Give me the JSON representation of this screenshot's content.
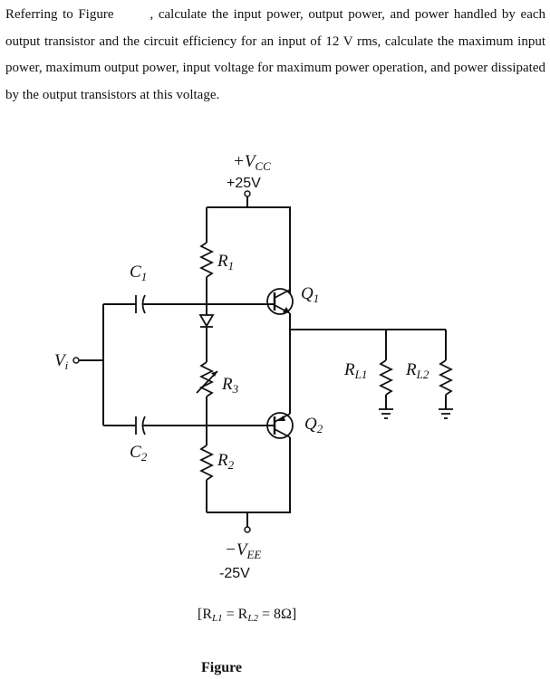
{
  "problem": {
    "part1": "Referring to Figure",
    "part2": ", calculate the input power, output power, and power handled by each output transistor and the circuit efficiency for an input of 12 V rms, calculate the maximum input power, maximum output power, input voltage for maximum power operation, and power dissipated by the output transistors at this voltage."
  },
  "circuit": {
    "vcc_label": "+V",
    "vcc_sub": "CC",
    "vcc_value": "+25V",
    "vee_label": "−V",
    "vee_sub": "EE",
    "vee_value": "-25V",
    "r1": "R",
    "r1_sub": "1",
    "r2": "R",
    "r2_sub": "2",
    "r3": "R",
    "r3_sub": "3",
    "c1": "C",
    "c1_sub": "1",
    "c2": "C",
    "c2_sub": "2",
    "q1": "Q",
    "q1_sub": "1",
    "q2": "Q",
    "q2_sub": "2",
    "vi": "V",
    "vi_sub": "i",
    "rl1": "R",
    "rl1_sub": "L1",
    "rl2": "R",
    "rl2_sub": "L2",
    "load_note": "[R",
    "load_note_sub1": "L1",
    "load_note_mid": " = R",
    "load_note_sub2": "L2",
    "load_note_end": " = 8Ω]"
  },
  "caption": "Figure"
}
